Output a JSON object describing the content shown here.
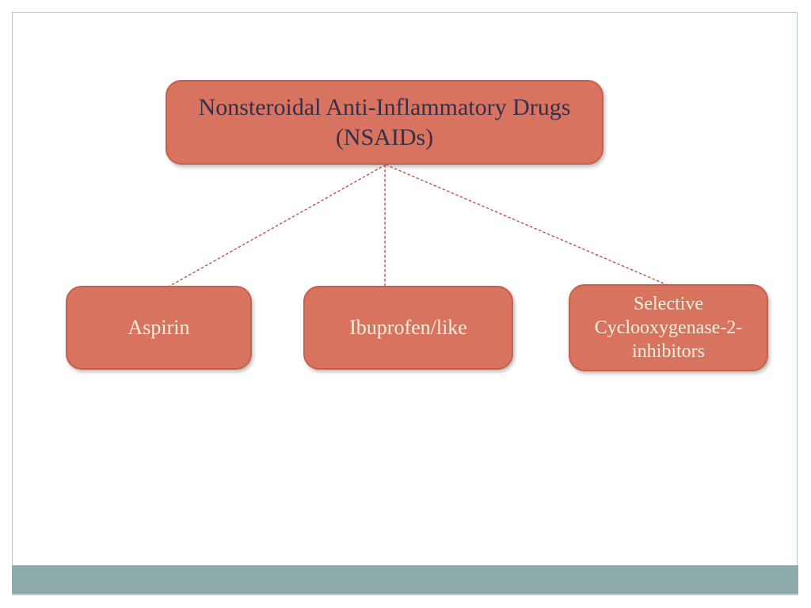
{
  "slide": {
    "kind": "presentation-slide",
    "background_note": "white slide with thin teal frame and teal footer band"
  },
  "diagram": {
    "type": "hierarchy",
    "root": {
      "label": "Nonsteroidal Anti-Inflammatory Drugs (NSAIDs)"
    },
    "children": [
      {
        "label": "Aspirin"
      },
      {
        "label": "Ibuprofen/like"
      },
      {
        "label": "Selective Cyclooxygenase-2-inhibitors"
      }
    ],
    "connector_style": "dashed"
  },
  "colors": {
    "background": "#ffffff",
    "frame_border": "#b0c6c6",
    "footer_bar": "#8dabab",
    "node_fill": "#d8735f",
    "node_border": "#c75f4d",
    "root_text": "#332f4c",
    "child_text": "#f6efdc",
    "connector": "#c0504d"
  }
}
